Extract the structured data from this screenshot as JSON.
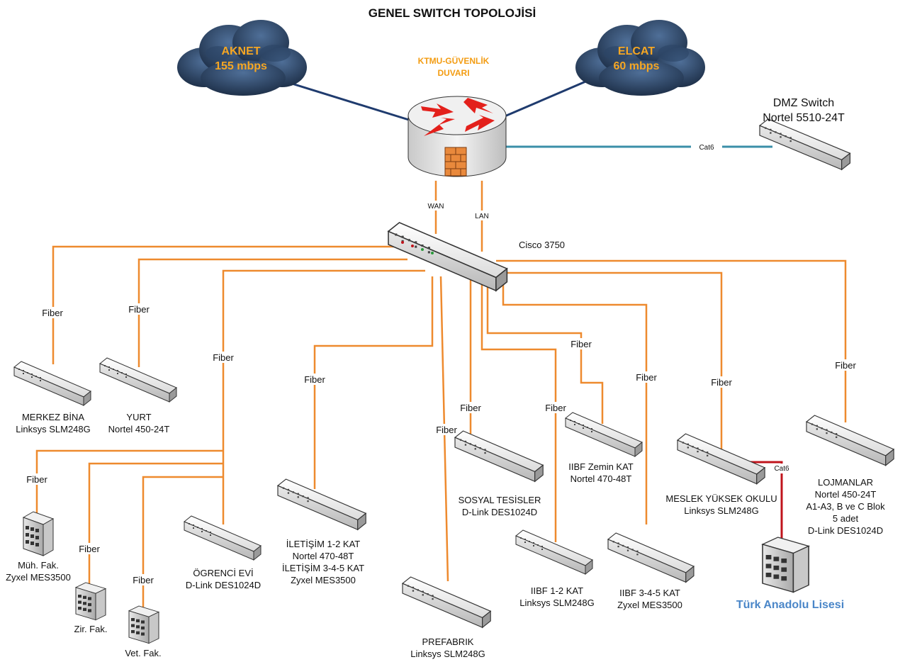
{
  "title": "GENEL SWITCH TOPOLOJİSİ",
  "colors": {
    "fiber": "#ee8a2e",
    "wan_link": "#1f3b6e",
    "cat6_blue": "#3a8fa8",
    "cat6_red": "#c0141c",
    "cloud_text": "#f5a623",
    "school_text": "#4a86c8"
  },
  "clouds": [
    {
      "id": "aknet",
      "line1": "AKNET",
      "line2": "155 mbps"
    },
    {
      "id": "elcat",
      "line1": "ELCAT",
      "line2": "60 mbps"
    }
  ],
  "firewall": {
    "line1": "KTMU-GÜVENLİK",
    "line2": "DUVARI",
    "icon": "firewall-router-icon"
  },
  "link_labels": {
    "wan": "WAN",
    "lan": "LAN",
    "cat6": "Cat6",
    "fiber": "Fiber"
  },
  "dmz": {
    "line1": "DMZ Switch",
    "line2": "Nortel 5510-24T"
  },
  "core": {
    "label": "Cisco 3750"
  },
  "nodes": {
    "merkez": {
      "line1": "MERKEZ BİNA",
      "line2": "Linksys SLM248G"
    },
    "yurt": {
      "line1": "YURT",
      "line2": "Nortel 450-24T"
    },
    "muh": {
      "line1": "Müh. Fak.",
      "line2": "Zyxel MES3500"
    },
    "zir": {
      "line1": "Zir. Fak."
    },
    "vet": {
      "line1": "Vet. Fak."
    },
    "ogrenci": {
      "line1": "ÖGRENCİ EVİ",
      "line2": "D-Link DES1024D"
    },
    "iletisim": {
      "line1": "İLETİŞİM 1-2 KAT",
      "line2": "Nortel 470-48T",
      "line3": "İLETİŞİM 3-4-5 KAT",
      "line4": "Zyxel MES3500"
    },
    "prefabrik": {
      "line1": "PREFABRIK",
      "line2": "Linksys SLM248G"
    },
    "sosyal": {
      "line1": "SOSYAL TESİSLER",
      "line2": "D-Link DES1024D"
    },
    "iibf12": {
      "line1": "IIBF 1-2 KAT",
      "line2": "Linksys SLM248G"
    },
    "iibfzemin": {
      "line1": "IIBF Zemin KAT",
      "line2": "Nortel 470-48T"
    },
    "iibf345": {
      "line1": "IIBF 3-4-5 KAT",
      "line2": "Zyxel MES3500"
    },
    "meslek": {
      "line1": "MESLEK YÜKSEK OKULU",
      "line2": "Linksys SLM248G"
    },
    "lojman": {
      "line1": "LOJMANLAR",
      "line2": "Nortel 450-24T",
      "line3": "A1-A3, B ve C Blok",
      "line4": "5 adet",
      "line5": "D-Link DES1024D"
    },
    "lise": {
      "line1": "Türk Anadolu Lisesi"
    }
  }
}
